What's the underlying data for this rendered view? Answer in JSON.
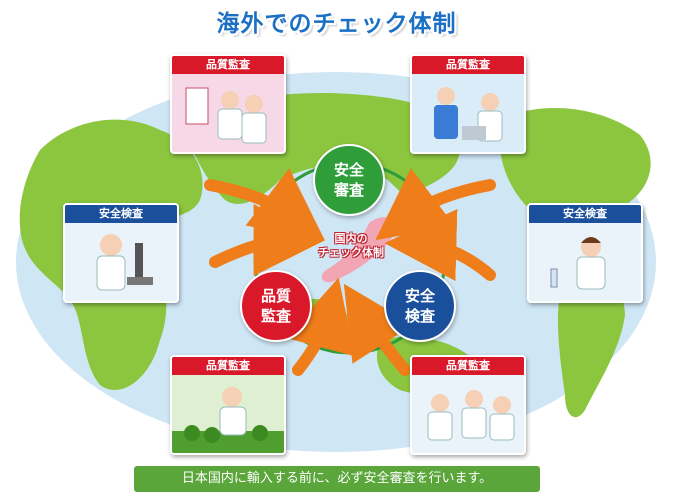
{
  "title": "海外でのチェック体制",
  "cards": [
    {
      "id": "top-left",
      "label": "品質監査",
      "color": "#d9182a"
    },
    {
      "id": "top-right",
      "label": "品質監査",
      "color": "#d9182a"
    },
    {
      "id": "mid-left",
      "label": "安全検査",
      "color": "#1a4f9c"
    },
    {
      "id": "mid-right",
      "label": "安全検査",
      "color": "#1a4f9c"
    },
    {
      "id": "bottom-left",
      "label": "品質監査",
      "color": "#d9182a"
    },
    {
      "id": "bottom-right",
      "label": "品質監査",
      "color": "#d9182a"
    }
  ],
  "bubbles": {
    "top": {
      "label": "安全\n審査",
      "color": "#2e9d3a"
    },
    "left": {
      "label": "品質\n監査",
      "color": "#d9182a"
    },
    "right": {
      "label": "安全\n検査",
      "color": "#1a4f9c"
    }
  },
  "japan_label": "国内の\nチェック体制",
  "footer": "日本国内に輸入する前に、必ず安全審査を行います。",
  "colors": {
    "title": "#1b6fc4",
    "arrow": "#ef7d1a",
    "map_land": "#8cc63f",
    "ocean": "#cfe6f5",
    "footer": "#5aa63a"
  }
}
